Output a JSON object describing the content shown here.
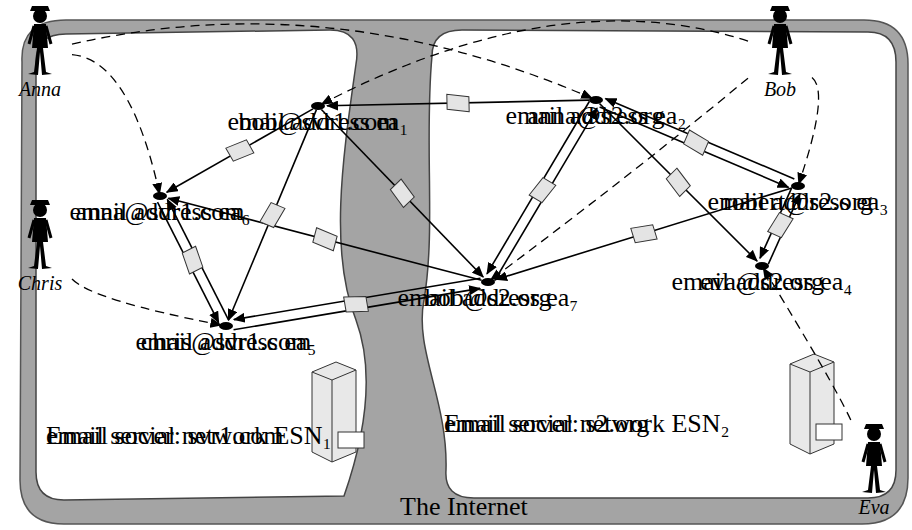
{
  "diagram": {
    "nodes": [
      {
        "text": [
          "The Internet"
        ]
      },
      {
        "text": [
          "Email social network ESN₁",
          "email server: svr1.com"
        ],
        "in": 0
      },
      {
        "text": [
          "Email social network ESN₂",
          "email server: s2.org"
        ],
        "in": 0
      },
      {
        "text": [
          "email address ea₁",
          "bob@svr1.com"
        ],
        "in": 1
      },
      {
        "text": [
          "email address ea₆",
          "anna@svr1.com"
        ],
        "in": 1
      },
      {
        "text": [
          "email address ea₅",
          "chris@svr1.com"
        ],
        "in": 1
      },
      {
        "text": [
          "email address ea₂",
          "anna@s2.org"
        ],
        "in": 2
      },
      {
        "text": [
          "email address ea₃",
          "robert@s2.org"
        ],
        "in": 2
      },
      {
        "text": [
          "email address ea₇",
          "bob@s2.org"
        ],
        "in": 2
      },
      {
        "text": [
          "email address ea₄",
          "eva@s2.org"
        ],
        "in": 2
      },
      {
        "text": [
          "Anna"
        ]
      },
      {
        "text": [
          "Bob"
        ]
      },
      {
        "text": [
          "Chris"
        ]
      },
      {
        "text": [
          "Eva"
        ]
      }
    ],
    "edges": [
      {
        "from": 6,
        "to": 3,
        "arrow": "to"
      },
      {
        "from": 3,
        "to": 4,
        "arrow": "to"
      },
      {
        "from": 3,
        "to": 5,
        "arrow": "to"
      },
      {
        "from": 3,
        "to": 8,
        "arrow": "to"
      },
      {
        "from": 4,
        "to": 5,
        "arrow": "to"
      },
      {
        "from": 5,
        "to": 4,
        "arrow": "to"
      },
      {
        "from": 8,
        "to": 4,
        "arrow": "to"
      },
      {
        "from": 5,
        "to": 8,
        "arrow": "to"
      },
      {
        "from": 8,
        "to": 5,
        "arrow": "to"
      },
      {
        "from": 8,
        "to": 6,
        "arrow": "to"
      },
      {
        "from": 6,
        "to": 8,
        "arrow": "to"
      },
      {
        "from": 6,
        "to": 7,
        "arrow": "to"
      },
      {
        "from": 7,
        "to": 6,
        "arrow": "to"
      },
      {
        "from": 6,
        "to": 9,
        "arrow": "to"
      },
      {
        "from": 7,
        "to": 8,
        "arrow": "to"
      },
      {
        "from": 9,
        "to": 7,
        "arrow": "to"
      },
      {
        "from": 7,
        "to": 9,
        "arrow": "to"
      },
      {
        "from": 10,
        "to": 4,
        "arrow": "to"
      },
      {
        "from": 10,
        "to": 6,
        "arrow": "to"
      },
      {
        "from": 11,
        "to": 3,
        "arrow": "to"
      },
      {
        "from": 11,
        "to": 7,
        "arrow": "to"
      },
      {
        "from": 11,
        "to": 8,
        "arrow": "to"
      },
      {
        "from": 12,
        "to": 5,
        "arrow": "to"
      },
      {
        "from": 13,
        "to": 9,
        "arrow": "to"
      }
    ]
  }
}
